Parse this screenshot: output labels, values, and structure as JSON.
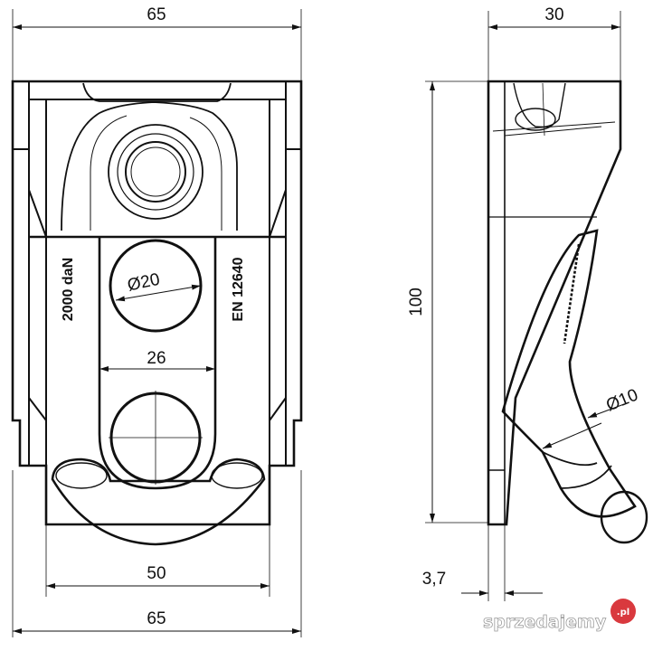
{
  "drawing": {
    "front_view": {
      "width_top": "65",
      "width_bottom": "65",
      "width_base": "50",
      "slot_width": "26",
      "hole_diameter": "Ø20",
      "marking_left": "2000 daN",
      "marking_right": "EN 12640"
    },
    "side_view": {
      "width_top": "30",
      "height": "100",
      "thickness": "3,7",
      "ring_diameter": "Ø10"
    }
  },
  "watermark": {
    "text": "sprzedajemy",
    "suffix": ".pl"
  },
  "colors": {
    "line": "#111111",
    "background": "#ffffff",
    "watermark_badge": "#d9393e"
  }
}
